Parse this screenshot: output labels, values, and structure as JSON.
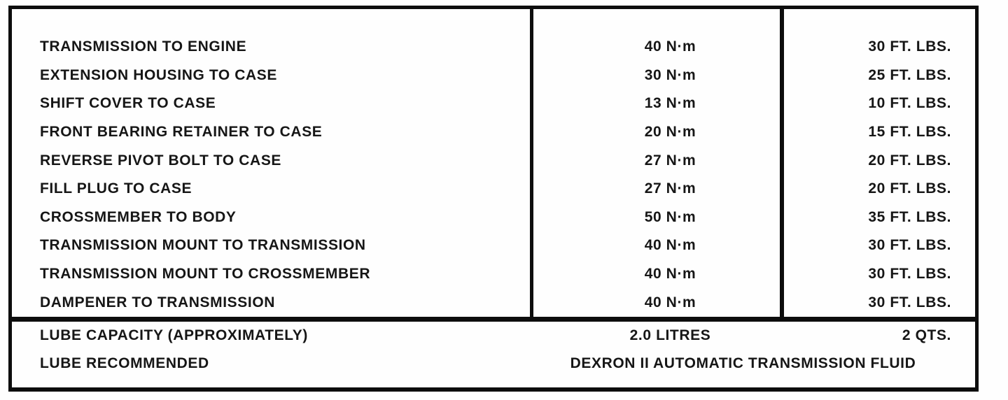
{
  "table": {
    "torque_rows": [
      {
        "label": "TRANSMISSION TO ENGINE",
        "nm": "40 N·m",
        "ftlbs": "30 FT. LBS."
      },
      {
        "label": "EXTENSION HOUSING TO CASE",
        "nm": "30 N·m",
        "ftlbs": "25 FT. LBS."
      },
      {
        "label": "SHIFT COVER TO CASE",
        "nm": "13 N·m",
        "ftlbs": "10 FT. LBS."
      },
      {
        "label": "FRONT BEARING RETAINER TO CASE",
        "nm": "20 N·m",
        "ftlbs": "15 FT. LBS."
      },
      {
        "label": "REVERSE PIVOT BOLT TO CASE",
        "nm": "27 N·m",
        "ftlbs": "20 FT. LBS."
      },
      {
        "label": "FILL PLUG TO CASE",
        "nm": "27 N·m",
        "ftlbs": "20 FT. LBS."
      },
      {
        "label": "CROSSMEMBER TO BODY",
        "nm": "50 N·m",
        "ftlbs": "35 FT. LBS."
      },
      {
        "label": "TRANSMISSION MOUNT TO TRANSMISSION",
        "nm": "40 N·m",
        "ftlbs": "30 FT. LBS."
      },
      {
        "label": "TRANSMISSION MOUNT TO CROSSMEMBER",
        "nm": "40 N·m",
        "ftlbs": "30 FT. LBS."
      },
      {
        "label": "DAMPENER TO TRANSMISSION",
        "nm": "40 N·m",
        "ftlbs": "30 FT. LBS."
      }
    ],
    "lube_capacity": {
      "label": "LUBE CAPACITY (APPROXIMATELY)",
      "metric": "2.0 LITRES",
      "imperial": "2 QTS."
    },
    "lube_recommended": {
      "label": "LUBE RECOMMENDED",
      "value": "DEXRON II AUTOMATIC TRANSMISSION FLUID"
    }
  },
  "colors": {
    "ink": "#0d0d0d",
    "paper": "#fefefe"
  }
}
